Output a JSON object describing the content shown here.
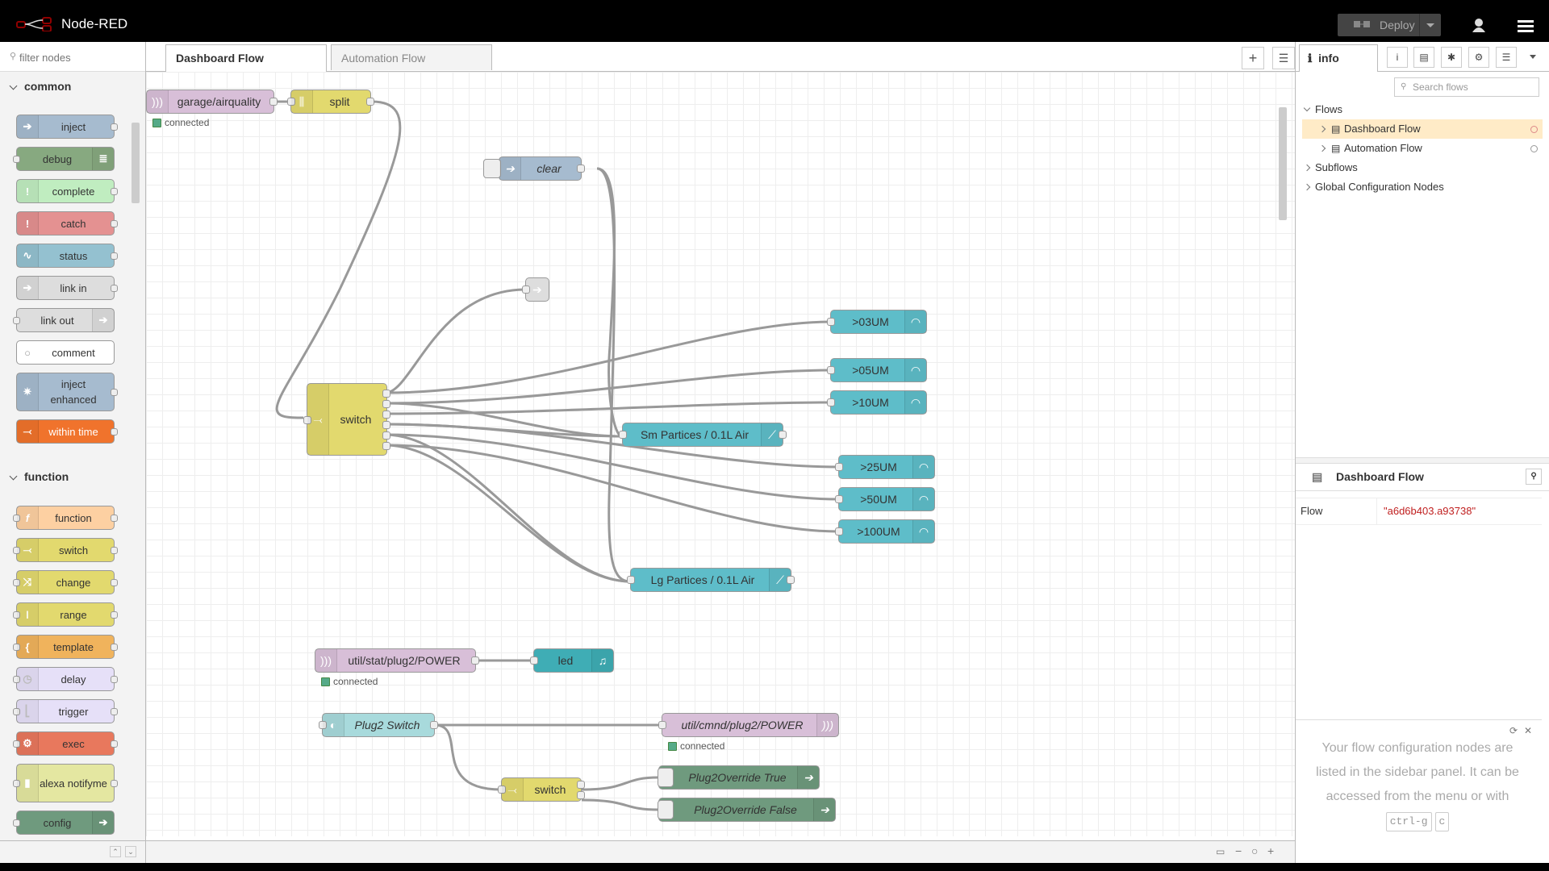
{
  "app": {
    "title": "Node-RED",
    "deploy_label": "Deploy"
  },
  "palette": {
    "filter_placeholder": "filter nodes",
    "categories": [
      {
        "name": "common",
        "nodes": [
          "inject",
          "debug",
          "complete",
          "catch",
          "status",
          "link in",
          "link out",
          "comment",
          "inject enhanced",
          "within time"
        ]
      },
      {
        "name": "function",
        "nodes": [
          "function",
          "switch",
          "change",
          "range",
          "template",
          "delay",
          "trigger",
          "exec",
          "alexa notifyme",
          "config"
        ]
      }
    ]
  },
  "workspace": {
    "tabs": [
      "Dashboard Flow",
      "Automation Flow"
    ],
    "nodes": {
      "mqtt_in_1": "garage/airquality",
      "split": "split",
      "clear": "clear",
      "switch_main": "switch",
      "g03": ">03UM",
      "g05": ">05UM",
      "g10": ">10UM",
      "g25": ">25UM",
      "g50": ">50UM",
      "g100": ">100UM",
      "chart_sm": "Sm Partices / 0.1L Air",
      "chart_lg": "Lg Partices / 0.1L Air",
      "mqtt_in_2": "util/stat/plug2/POWER",
      "led": "led",
      "plug2_switch": "Plug2 Switch",
      "mqtt_out": "util/cmnd/plug2/POWER",
      "switch_2": "switch",
      "override_true": "Plug2Override True",
      "override_false": "Plug2Override False"
    },
    "status_connected": "connected"
  },
  "sidebar": {
    "tab_label": "info",
    "search_placeholder": "Search flows",
    "tree": {
      "flows": "Flows",
      "flow1": "Dashboard Flow",
      "flow2": "Automation Flow",
      "subflows": "Subflows",
      "global": "Global Configuration Nodes"
    },
    "props": {
      "title": "Dashboard Flow",
      "key": "Flow",
      "value": "\"a6d6b403.a93738\""
    },
    "tip": {
      "text": "Your flow configuration nodes are listed in the sidebar panel. It can be accessed from the menu or with",
      "key1": "ctrl-g",
      "key2": "c"
    }
  }
}
